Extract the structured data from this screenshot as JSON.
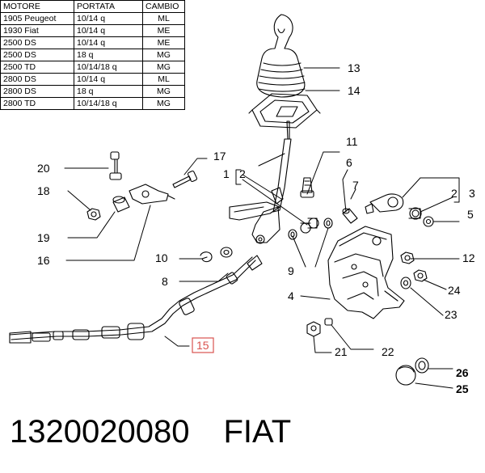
{
  "table": {
    "headers": [
      "MOTORE",
      "PORTATA",
      "CAMBIO"
    ],
    "rows": [
      [
        "1905 Peugeot",
        "10/14 q",
        "ML"
      ],
      [
        "1930 Fiat",
        "10/14 q",
        "ME"
      ],
      [
        "2500 DS",
        "10/14 q",
        "ME"
      ],
      [
        "2500 DS",
        "18 q",
        "MG"
      ],
      [
        "2500 TD",
        "10/14/18 q",
        "MG"
      ],
      [
        "2800 DS",
        "10/14 q",
        "ML"
      ],
      [
        "2800 DS",
        "18 q",
        "MG"
      ],
      [
        "2800 TD",
        "10/14/18 q",
        "MG"
      ]
    ]
  },
  "callouts": {
    "c1": "1",
    "c2a": "2",
    "c2b": "2",
    "c3": "3",
    "c4": "4",
    "c5": "5",
    "c6": "6",
    "c7": "7",
    "c8": "8",
    "c9": "9",
    "c10": "10",
    "c11": "11",
    "c12": "12",
    "c13": "13",
    "c14": "14",
    "c15": "15",
    "c16": "16",
    "c17": "17",
    "c18": "18",
    "c19": "19",
    "c20": "20",
    "c21": "21",
    "c22": "22",
    "c23": "23",
    "c24": "24",
    "c25": "25",
    "c26": "26"
  },
  "footer": {
    "part_number": "1320020080",
    "brand": "FIAT"
  },
  "colors": {
    "line": "#000000",
    "highlight": "#d9534f",
    "background": "#ffffff"
  }
}
